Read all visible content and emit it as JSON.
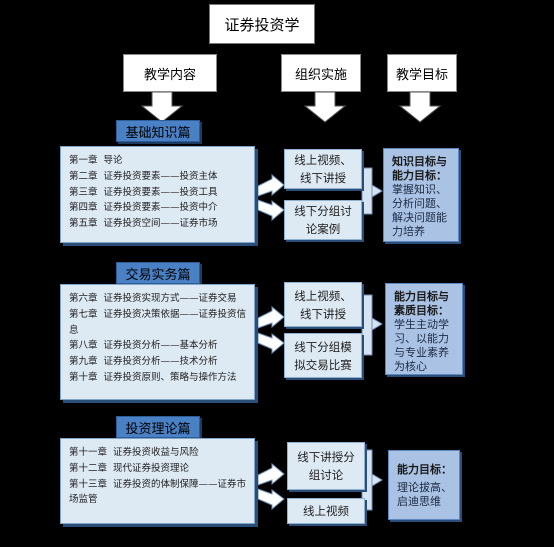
{
  "title": "证券投资学",
  "headers": {
    "content": "教学内容",
    "implementation": "组织实施",
    "goals": "教学目标"
  },
  "sections": [
    {
      "name": "基础知识篇",
      "chapters": [
        "第一章  导论",
        "第二章  证券投资要素——投资主体",
        "第三章  证券投资要素——投资工具",
        "第四章  证券投资要素——投资中介",
        "第五章  证券投资空间——证券市场"
      ],
      "implementation": [
        "线上视频、线下讲授",
        "线下分组讨论案例"
      ],
      "goal_title": "知识目标与能力目标：",
      "goal_text": "掌握知识、分析问题、解决问题能力培养"
    },
    {
      "name": "交易实务篇",
      "chapters": [
        "第六章  证券投资实现方式——证券交易",
        "第七章  证券投资决策依据——证券投资信息",
        "第八章  证券投资分析——基本分析",
        "第九章  证券投资分析——技术分析",
        "第十章  证券投资原则、策略与操作方法"
      ],
      "implementation": [
        "线上视频、线下讲授",
        "线下分组模拟交易比赛"
      ],
      "goal_title": "能力目标与素质目标：",
      "goal_text": "学生主动学习、以能力与专业素养为核心"
    },
    {
      "name": "投资理论篇",
      "chapters": [
        "第十一章  证券投资收益与风险",
        "第十二章  现代证券投资理论",
        "第十三章  证券投资的体制保障——证券市场监管"
      ],
      "implementation": [
        "线下讲授分组讨论",
        "线上视频"
      ],
      "goal_title": "能力目标：",
      "goal_text": "理论拔高、启迪思维"
    }
  ]
}
